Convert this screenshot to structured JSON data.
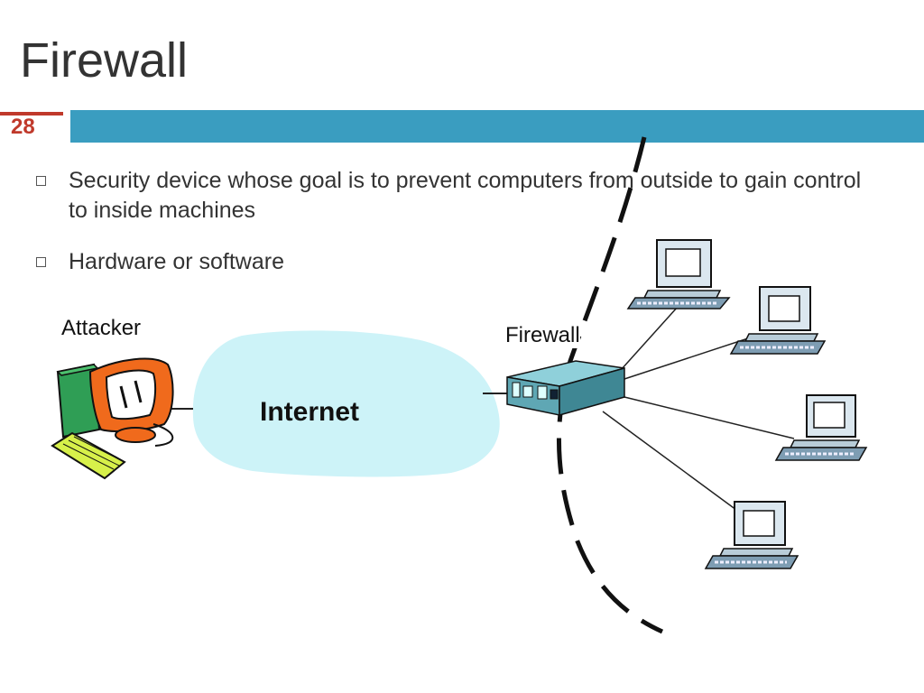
{
  "slide": {
    "title": "Firewall",
    "number": "28"
  },
  "bullets": [
    "Security device whose goal is to prevent computers from outside to gain control to inside machines",
    "Hardware or software"
  ],
  "diagram": {
    "attacker_label": "Attacker",
    "firewall_label": "Firewall",
    "cloud_label": "Internet"
  },
  "colors": {
    "accent_bar": "#3a9dc0",
    "slide_number": "#c0392b",
    "cloud": "#cdf3f8",
    "server": "#5fa7b4",
    "monitor_orange": "#f06a1c",
    "keyboard": "#d7f04a",
    "pc_screen": "#dbe7ef"
  }
}
